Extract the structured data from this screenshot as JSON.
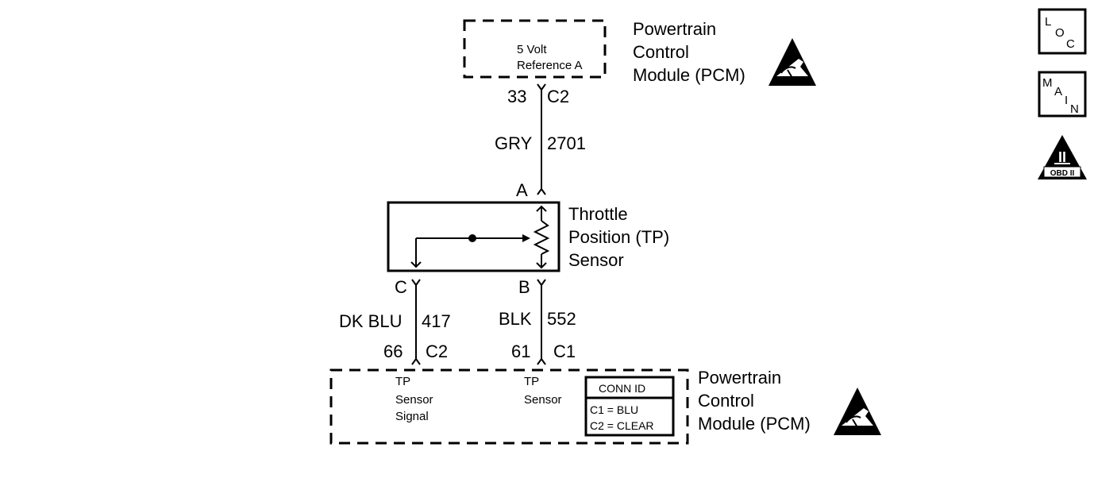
{
  "pcm_top": {
    "title_lines": [
      "Powertrain",
      "Control",
      "Module (PCM)"
    ],
    "inner_label_lines": [
      "5 Volt",
      "Reference A"
    ],
    "pin": "33",
    "connector": "C2"
  },
  "wire_ref": {
    "color": "GRY",
    "circuit": "2701"
  },
  "tp_sensor": {
    "title_lines": [
      "Throttle",
      "Position (TP)",
      "Sensor"
    ],
    "pin_a": "A",
    "pin_b": "B",
    "pin_c": "C"
  },
  "wire_signal": {
    "color": "DK BLU",
    "circuit": "417",
    "pin": "66",
    "connector": "C2"
  },
  "wire_ground": {
    "color": "BLK",
    "circuit": "552",
    "pin": "61",
    "connector": "C1"
  },
  "pcm_bottom": {
    "title_lines": [
      "Powertrain",
      "Control",
      "Module (PCM)"
    ],
    "signal_label_lines": [
      "TP",
      "Sensor",
      "Signal"
    ],
    "ground_label_lines": [
      "TP",
      "Sensor"
    ],
    "conn_id": {
      "header": "CONN ID",
      "c1": "C1 = BLU",
      "c2": "C2 = CLEAR"
    }
  },
  "side_icons": {
    "loc": {
      "letters": [
        "L",
        "O",
        "C"
      ],
      "icon": "loc-icon"
    },
    "main": {
      "letters": [
        "M",
        "A",
        "I",
        "N"
      ],
      "icon": "main-icon"
    },
    "obd": {
      "numeral": "II",
      "label": "OBD II",
      "icon": "obd-ii-icon"
    }
  },
  "icons": {
    "esd_top": "esd-warning-icon",
    "esd_bottom": "esd-warning-icon"
  }
}
